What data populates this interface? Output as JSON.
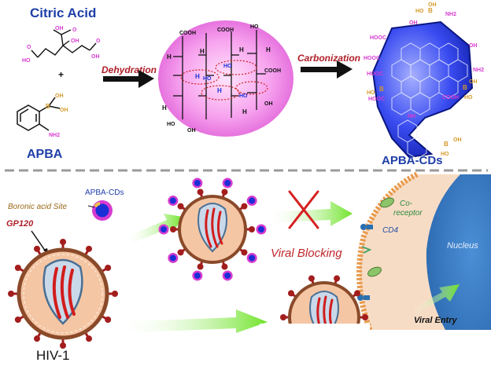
{
  "top": {
    "citric_acid_label": "Citric Acid",
    "apba_label": "APBA",
    "plus": "+",
    "step1_label": "Dehydration",
    "step2_label": "Carbonization",
    "product_label": "APBA-CDs",
    "groups": {
      "oh": "OH",
      "b": "B",
      "nh2": "NH2",
      "ho": "HO",
      "h": "H",
      "cooh": "COOH",
      "hooc": "HOOC",
      "nh": "NH",
      "o": "O"
    }
  },
  "bottom": {
    "boronic_site_label": "Boronic acid Site",
    "apba_cds_label": "APBA-CDs",
    "gp120_label": "GP120",
    "hiv_label": "HIV-1",
    "viral_blocking_label": "Viral Blocking",
    "coreceptor_label_1": "Co-",
    "coreceptor_label_2": "receptor",
    "cd4_label": "CD4",
    "nucleus_label": "Nucleus",
    "viral_entry_label": "Viral Entry"
  },
  "colors": {
    "citric_title": "#1f3fa8",
    "arrow_text": "#b0202a",
    "magenta_group": "#d63bd0",
    "orange_group": "#d49a2a",
    "cd_blue": "#1a2fd6",
    "cell": "#f7dcc5",
    "nucleus": "#3b7fc6",
    "virus_fill": "#f5c6a4",
    "virus_ring": "#8a4a2a",
    "spike": "#a31d1d",
    "green_arrow": "#7ae82c"
  }
}
